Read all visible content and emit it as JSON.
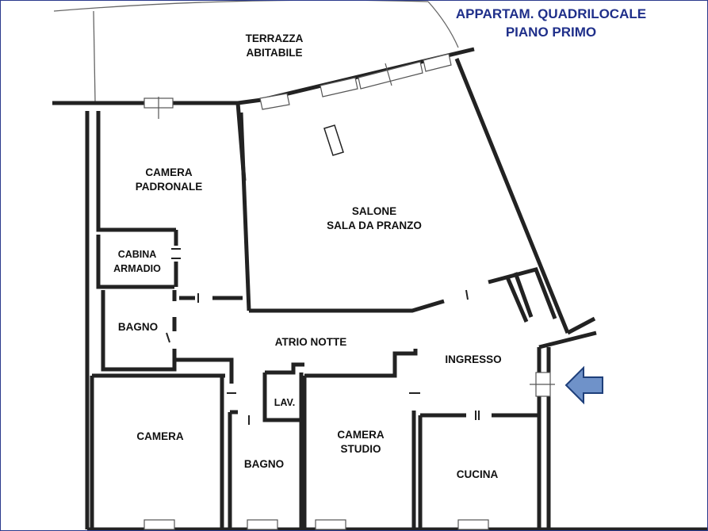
{
  "header": {
    "title_line1": "APPARTAM. QUADRILOCALE",
    "title_line2": "PIANO PRIMO"
  },
  "rooms": {
    "terrazza": {
      "line1": "TERRAZZA",
      "line2": "ABITABILE"
    },
    "camera_padronale": {
      "line1": "CAMERA",
      "line2": "PADRONALE"
    },
    "salone": {
      "line1": "SALONE",
      "line2": "SALA DA PRANZO"
    },
    "cabina_armadio": {
      "line1": "CABINA",
      "line2": "ARMADIO"
    },
    "bagno_1": "BAGNO",
    "atrio_notte": "ATRIO NOTTE",
    "ingresso": "INGRESSO",
    "lav": "LAV.",
    "camera": "CAMERA",
    "bagno_2": "BAGNO",
    "camera_studio": {
      "line1": "CAMERA",
      "line2": "STUDIO"
    },
    "cucina": "CUCINA"
  },
  "colors": {
    "title": "#1f2f8a",
    "wall": "#222222",
    "window": "#555555",
    "entrance_arrow_fill": "#6f92c9",
    "entrance_arrow_stroke": "#1e3f7a"
  },
  "icons": {
    "entrance": "entrance-arrow-icon"
  }
}
